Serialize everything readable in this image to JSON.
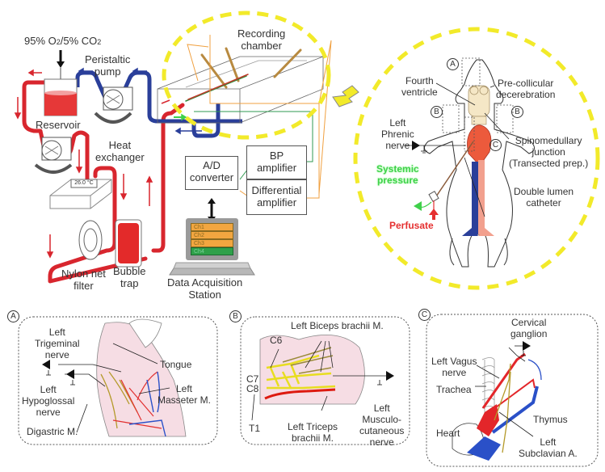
{
  "setup": {
    "gas_label_1": "95% O",
    "gas_sub_1": "2",
    "gas_label_2": "/5% CO",
    "gas_sub_2": "2",
    "peristaltic_pump": [
      "Peristaltic",
      "pump"
    ],
    "reservoir": "Reservoir",
    "heat_exchanger": [
      "Heat",
      "exchanger"
    ],
    "temperature": "26.0 °C",
    "nylon_filter": [
      "Nylon net",
      "filter"
    ],
    "bubble_trap": [
      "Bubble",
      "trap"
    ],
    "recording_chamber": [
      "Recording",
      "chamber"
    ],
    "ad_converter": [
      "A/D",
      "converter"
    ],
    "bp_amplifier": [
      "BP",
      "amplifier"
    ],
    "differential_amplifier": [
      "Differential",
      "amplifier"
    ],
    "channels": [
      "Ch1",
      "Ch2",
      "Ch3",
      "Ch4"
    ],
    "daq_station": [
      "Data Acquisition",
      "Station"
    ]
  },
  "prep": {
    "marker_a": "A",
    "marker_b": "B",
    "marker_c": "C",
    "fourth_ventricle": [
      "Fourth",
      "ventricle"
    ],
    "pre_collicular": [
      "Pre-collicular",
      "decerebration"
    ],
    "left_phrenic": [
      "Left",
      "Phrenic",
      "nerve"
    ],
    "spinomedullary": [
      "Spinomedullary",
      "junction",
      "(Transected prep.)"
    ],
    "systemic_pressure": [
      "Systemic",
      "pressure"
    ],
    "double_lumen": [
      "Double lumen",
      "catheter"
    ],
    "perfusate": "Perfusate"
  },
  "panel_a": {
    "marker": "A",
    "trigeminal": [
      "Left",
      "Trigeminal",
      "nerve"
    ],
    "tongue": "Tongue",
    "hypoglossal": [
      "Left",
      "Hypoglossal",
      "nerve"
    ],
    "masseter": [
      "Left",
      "Masseter M."
    ],
    "digastric": "Digastric M."
  },
  "panel_b": {
    "marker": "B",
    "biceps": "Left Biceps brachii M.",
    "c6": "C6",
    "c7": "C7",
    "c8": "C8",
    "t1": "T1",
    "triceps": [
      "Left Triceps",
      "brachii M."
    ],
    "musculocutaneous": [
      "Left",
      "Musculo-",
      "cutaneous",
      "nerve"
    ]
  },
  "panel_c": {
    "marker": "C",
    "cervical": [
      "Cervical",
      "ganglion"
    ],
    "vagus": [
      "Left Vagus",
      "nerve"
    ],
    "trachea": "Trachea",
    "thymus": "Thymus",
    "heart": "Heart",
    "subclavian": [
      "Left",
      "Subclavian A."
    ]
  },
  "colors": {
    "arterial": "#d8262e",
    "venous": "#2a3f9a",
    "highlight": "#f2ea2a",
    "orange_wire": "#f0a040",
    "green_wire": "#2f9a50"
  }
}
